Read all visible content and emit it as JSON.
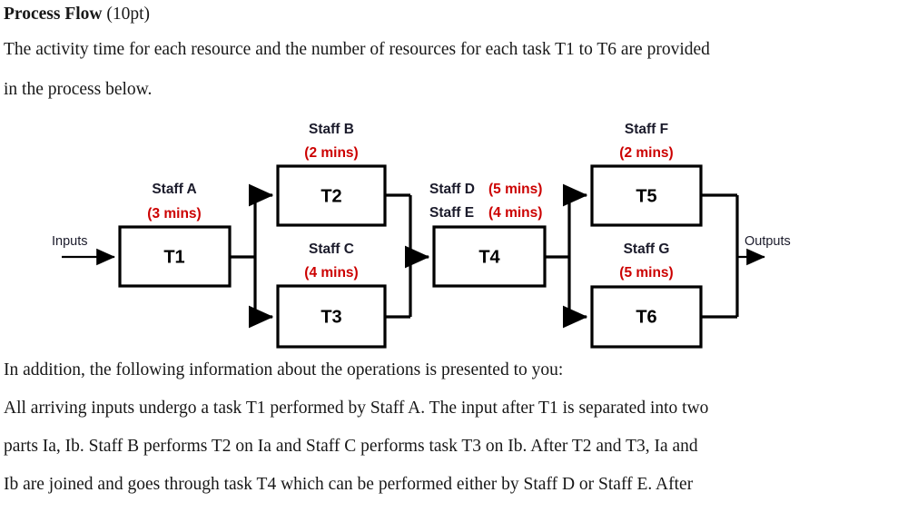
{
  "document": {
    "heading": {
      "title": "Process Flow",
      "marks": "(10pt)"
    },
    "intro": [
      "The activity time for each resource and the number of resources for each task T1 to T6 are provided",
      "in the process below."
    ],
    "tail": [
      "In addition, the following information about the operations is presented to you:",
      "All arriving inputs undergo a task T1 performed by Staff A. The input after T1 is separated into two",
      "parts Ia, Ib. Staff B performs T2 on Ia and Staff C performs task T3 on Ib. After T2 and T3, Ia and",
      "Ib are joined and goes through task T4 which can be performed either by Staff D or Staff E. After"
    ]
  },
  "diagram": {
    "type": "process-flow",
    "colors": {
      "time_red": "#cc0000",
      "line_black": "#000000",
      "box_fill": "#ffffff",
      "text_dark": "#1b1b2b"
    },
    "io": {
      "input_label": "Inputs",
      "output_label": "Outputs"
    },
    "tasks": [
      {
        "id": "T1",
        "label": "T1",
        "staff": "Staff A",
        "time": "(3 mins)"
      },
      {
        "id": "T2",
        "label": "T2",
        "staff": "Staff B",
        "time": "(2 mins)"
      },
      {
        "id": "T3",
        "label": "T3",
        "staff": "Staff C",
        "time": "(4 mins)"
      },
      {
        "id": "T4",
        "label": "T4",
        "staff_1": "Staff D",
        "time_1": "(5 mins)",
        "staff_2": "Staff E",
        "time_2": "(4 mins)"
      },
      {
        "id": "T5",
        "label": "T5",
        "staff": "Staff F",
        "time": "(2 mins)"
      },
      {
        "id": "T6",
        "label": "T6",
        "staff": "Staff G",
        "time": "(5 mins)"
      }
    ]
  }
}
